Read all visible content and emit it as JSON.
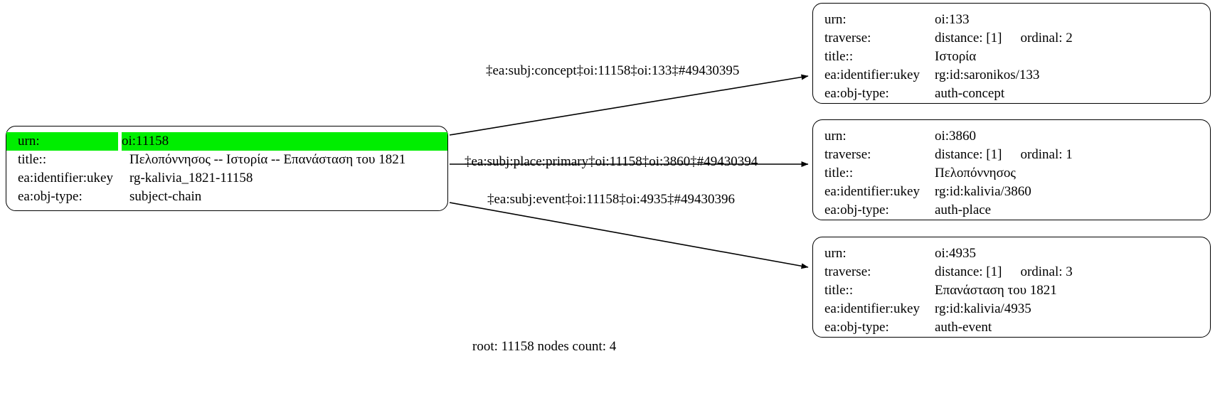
{
  "diagram": {
    "footer": "root: 11158 nodes count: 4",
    "highlight_color": "#00ee00",
    "root_node": {
      "rows": [
        {
          "key": "urn:",
          "value": "oi:11158"
        },
        {
          "key": "title::",
          "value": "Πελοπόννησος -- Ιστορία -- Επανάσταση του 1821"
        },
        {
          "key": "ea:identifier:ukey",
          "value": "rg-kalivia_1821-11158"
        },
        {
          "key": "ea:obj-type:",
          "value": "subject-chain"
        }
      ]
    },
    "nodes": [
      {
        "id": "oi:133",
        "rows": [
          {
            "key": "urn:",
            "value": "oi:133"
          },
          {
            "key": "traverse:",
            "value": "distance: [1]",
            "value2": "ordinal: 2"
          },
          {
            "key": "title::",
            "value": "Ιστορία"
          },
          {
            "key": "ea:identifier:ukey",
            "value": "rg:id:saronikos/133"
          },
          {
            "key": "ea:obj-type:",
            "value": "auth-concept"
          }
        ]
      },
      {
        "id": "oi:3860",
        "rows": [
          {
            "key": "urn:",
            "value": "oi:3860"
          },
          {
            "key": "traverse:",
            "value": "distance: [1]",
            "value2": "ordinal: 1"
          },
          {
            "key": "title::",
            "value": "Πελοπόννησος"
          },
          {
            "key": "ea:identifier:ukey",
            "value": "rg:id:kalivia/3860"
          },
          {
            "key": "ea:obj-type:",
            "value": "auth-place"
          }
        ]
      },
      {
        "id": "oi:4935",
        "rows": [
          {
            "key": "urn:",
            "value": "oi:4935"
          },
          {
            "key": "traverse:",
            "value": "distance: [1]",
            "value2": "ordinal: 3"
          },
          {
            "key": "title::",
            "value": "Επανάσταση του 1821"
          },
          {
            "key": "ea:identifier:ukey",
            "value": "rg:id:kalivia/4935"
          },
          {
            "key": "ea:obj-type:",
            "value": "auth-event"
          }
        ]
      }
    ],
    "edges": [
      {
        "label": "‡ea:subj:concept‡oi:11158‡oi:133‡#49430395"
      },
      {
        "label": "‡ea:subj:place:primary‡oi:11158‡oi:3860‡#49430394"
      },
      {
        "label": "‡ea:subj:event‡oi:11158‡oi:4935‡#49430396"
      }
    ]
  }
}
